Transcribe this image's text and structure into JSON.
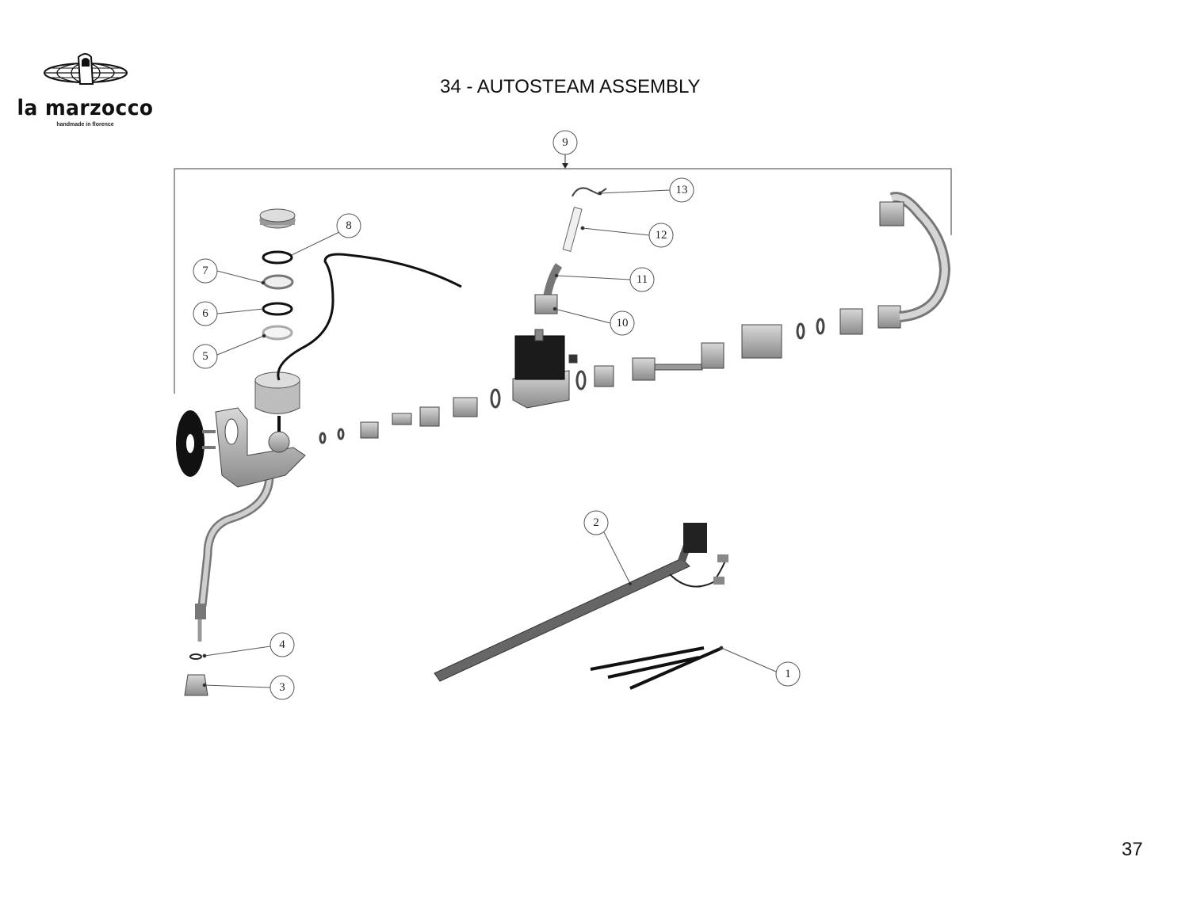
{
  "logo": {
    "brand": "la marzocco",
    "tagline": "handmade in florence"
  },
  "title": "34 - AUTOSTEAM ASSEMBLY",
  "page_number": "37",
  "callouts": [
    "1",
    "2",
    "3",
    "4",
    "5",
    "6",
    "7",
    "8",
    "9",
    "10",
    "11",
    "12",
    "13"
  ]
}
